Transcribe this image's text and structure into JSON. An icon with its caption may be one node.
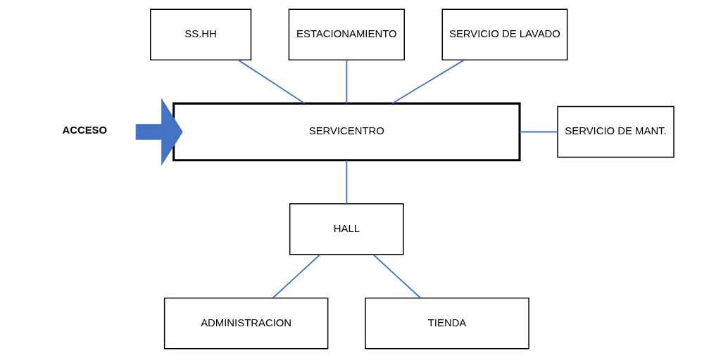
{
  "diagram": {
    "nodes": [
      {
        "text": [
          "SS.HH"
        ]
      },
      {
        "text": [
          "ESTACIONAMIENTO"
        ]
      },
      {
        "text": [
          "SERVICIO DE LAVADO"
        ]
      },
      {
        "text": [
          "SERVICENTRO"
        ]
      },
      {
        "text": [
          "SERVICIO DE MANT."
        ]
      },
      {
        "text": [
          "HALL"
        ]
      },
      {
        "text": [
          "ADMINISTRACION"
        ]
      },
      {
        "text": [
          "TIENDA"
        ]
      },
      {
        "text": [
          "ACCESO"
        ]
      }
    ],
    "edges": [
      {
        "from": 0,
        "to": 3,
        "arrow": "none"
      },
      {
        "from": 1,
        "to": 3,
        "arrow": "none"
      },
      {
        "from": 2,
        "to": 3,
        "arrow": "none"
      },
      {
        "from": 3,
        "to": 4,
        "arrow": "none"
      },
      {
        "from": 3,
        "to": 5,
        "arrow": "none"
      },
      {
        "from": 5,
        "to": 6,
        "arrow": "none"
      },
      {
        "from": 5,
        "to": 7,
        "arrow": "none"
      },
      {
        "from": 8,
        "to": 3,
        "arrow": "to",
        "style": "thick"
      }
    ]
  }
}
